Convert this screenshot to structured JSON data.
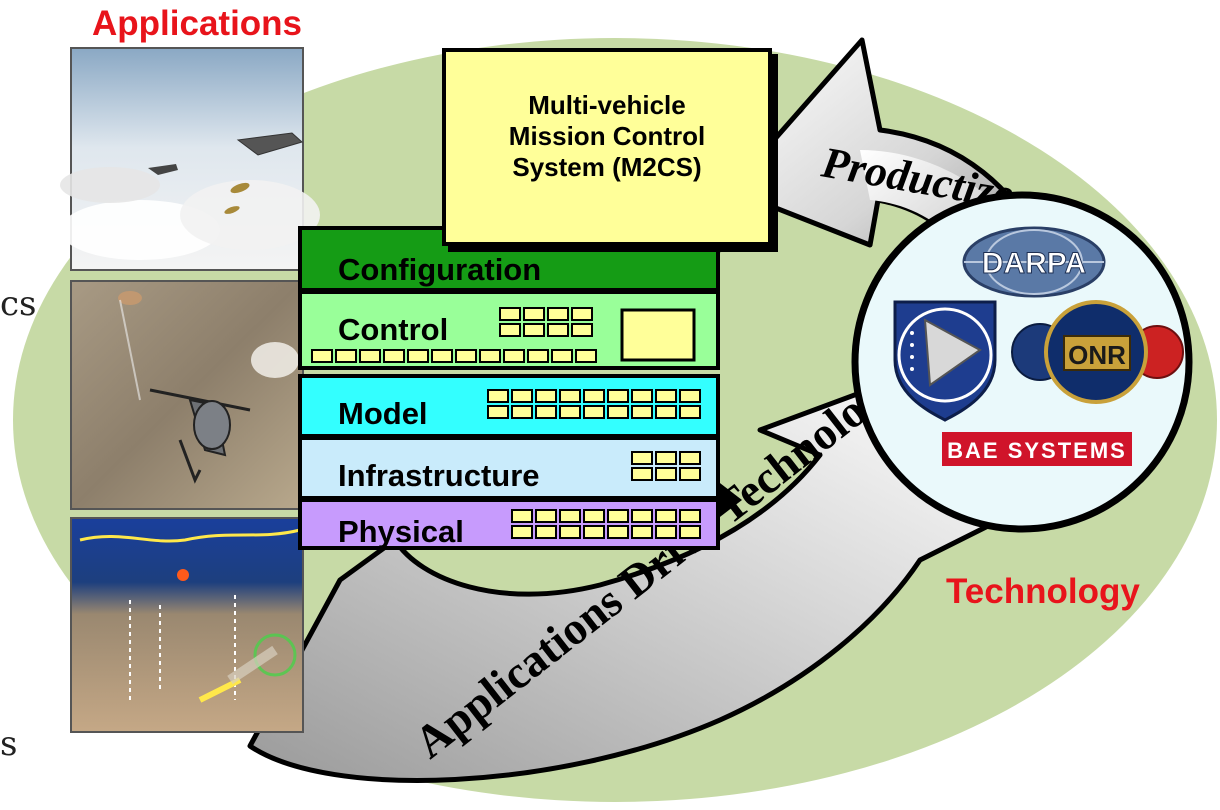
{
  "labels": {
    "applications": "Applications",
    "technology": "Technology",
    "productize": "Productize",
    "applications_drive_technology": "Applications Drive Technology"
  },
  "m2cs_box": {
    "text": "Multi-vehicle\nMission Control\nSystem (M2CS)"
  },
  "layers": [
    {
      "label": "Configuration",
      "color": "#159c15"
    },
    {
      "label": "Control",
      "color": "#99ff99"
    },
    {
      "label": "Model",
      "color": "#33ffff"
    },
    {
      "label": "Infrastructure",
      "color": "#c9ebfb"
    },
    {
      "label": "Physical",
      "color": "#c79bfd"
    }
  ],
  "logos": {
    "darpa": "DARPA",
    "onr": "ONR",
    "bae": "BAE SYSTEMS"
  },
  "edge_fragments": {
    "top": "cs",
    "bottom": "s"
  },
  "colors": {
    "ellipse": "#c7daa6",
    "accent_red": "#e8141b",
    "module": "#ffff99"
  }
}
